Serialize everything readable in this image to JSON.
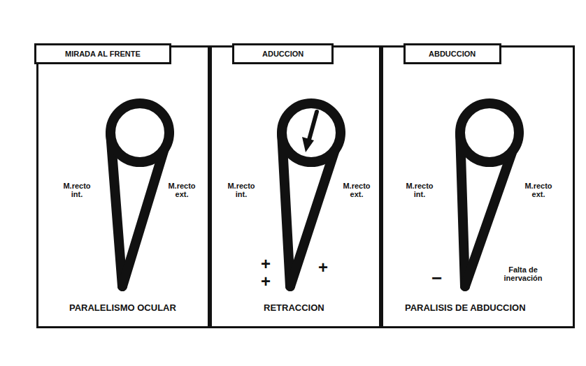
{
  "diagram": {
    "nodes": [
      {
        "text": [
          "PARALELISMO OCULAR"
        ]
      },
      {
        "text": [
          "MIRADA AL FRENTE"
        ],
        "in": 0
      },
      {
        "text": [
          "RETRACCION"
        ]
      },
      {
        "text": [
          "ADUCCION"
        ],
        "in": 2
      },
      {
        "text": [
          "PARALISIS DE ABDUCCION"
        ]
      },
      {
        "text": [
          "ABDUCCION"
        ],
        "in": 4
      }
    ],
    "labels": [
      "M.recto int.",
      "M.recto ext.",
      "M.recto int.",
      "M.recto ext.",
      "+",
      "+",
      "+",
      "M.recto int.",
      "M.recto ext.",
      "−",
      "Falta de inervación"
    ]
  }
}
